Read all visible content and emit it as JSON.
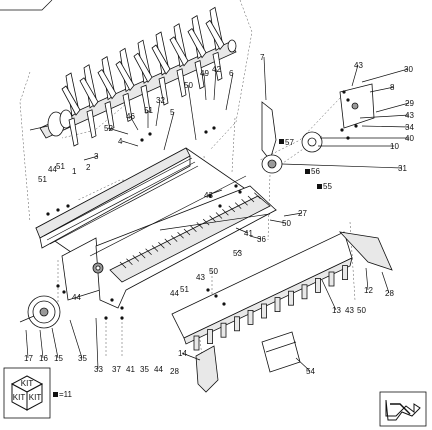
{
  "diagram": {
    "callouts": [
      {
        "id": "c43a",
        "text": "43"
      },
      {
        "id": "c30",
        "text": "30"
      },
      {
        "id": "c7",
        "text": "7"
      },
      {
        "id": "c8",
        "text": "8"
      },
      {
        "id": "c29",
        "text": "29"
      },
      {
        "id": "c43b",
        "text": "43"
      },
      {
        "id": "c34",
        "text": "34"
      },
      {
        "id": "c40",
        "text": "40"
      },
      {
        "id": "c10",
        "text": "10"
      },
      {
        "id": "c31",
        "text": "31"
      },
      {
        "id": "c57",
        "text": "57"
      },
      {
        "id": "c56",
        "text": "56"
      },
      {
        "id": "c55",
        "text": "55"
      },
      {
        "id": "c49",
        "text": "49"
      },
      {
        "id": "c42",
        "text": "42"
      },
      {
        "id": "c6",
        "text": "6"
      },
      {
        "id": "c50a",
        "text": "50"
      },
      {
        "id": "c32",
        "text": "32"
      },
      {
        "id": "c51a",
        "text": "51"
      },
      {
        "id": "c46",
        "text": "46"
      },
      {
        "id": "c5",
        "text": "5"
      },
      {
        "id": "c52",
        "text": "52"
      },
      {
        "id": "c4",
        "text": "4"
      },
      {
        "id": "c3",
        "text": "3"
      },
      {
        "id": "c44a",
        "text": "44"
      },
      {
        "id": "c51b",
        "text": "51"
      },
      {
        "id": "c51c",
        "text": "51"
      },
      {
        "id": "c1",
        "text": "1"
      },
      {
        "id": "c2",
        "text": "2"
      },
      {
        "id": "c43c",
        "text": "43"
      },
      {
        "id": "c27",
        "text": "27"
      },
      {
        "id": "c50b",
        "text": "50"
      },
      {
        "id": "c41a",
        "text": "41"
      },
      {
        "id": "c36",
        "text": "36"
      },
      {
        "id": "c53",
        "text": "53"
      },
      {
        "id": "c43d",
        "text": "43"
      },
      {
        "id": "c50c",
        "text": "50"
      },
      {
        "id": "c44b",
        "text": "44"
      },
      {
        "id": "c51d",
        "text": "51"
      },
      {
        "id": "c44c",
        "text": "44"
      },
      {
        "id": "c12",
        "text": "12"
      },
      {
        "id": "c28a",
        "text": "28"
      },
      {
        "id": "c13",
        "text": "13"
      },
      {
        "id": "c43e",
        "text": "43"
      },
      {
        "id": "c50d",
        "text": "50"
      },
      {
        "id": "c17",
        "text": "17"
      },
      {
        "id": "c16",
        "text": "16"
      },
      {
        "id": "c15",
        "text": "15"
      },
      {
        "id": "c35a",
        "text": "35"
      },
      {
        "id": "c33",
        "text": "33"
      },
      {
        "id": "c37",
        "text": "37"
      },
      {
        "id": "c41b",
        "text": "41"
      },
      {
        "id": "c35b",
        "text": "35"
      },
      {
        "id": "c44d",
        "text": "44"
      },
      {
        "id": "c14",
        "text": "14"
      },
      {
        "id": "c28b",
        "text": "28"
      },
      {
        "id": "c54",
        "text": "54"
      }
    ],
    "kit_icon": {
      "top_text": "KIT",
      "left_text": "KIT",
      "right_text": "KIT"
    },
    "kit_note": "=11",
    "nav_icon": "next-page-arrow-icon"
  }
}
